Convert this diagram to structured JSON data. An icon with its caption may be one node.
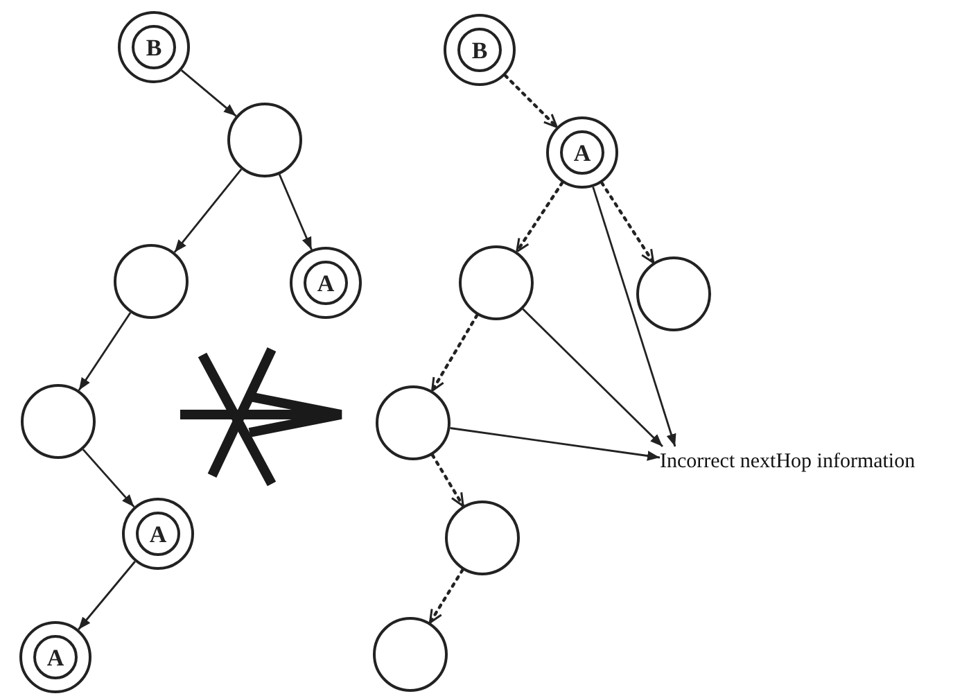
{
  "diagram": {
    "nodes": [
      {
        "text": [
          "B"
        ]
      },
      {
        "text": [],
        "shape": "circle"
      },
      {
        "text": [],
        "shape": "circle"
      },
      {
        "text": [
          "A"
        ]
      },
      {
        "text": [],
        "shape": "circle"
      },
      {
        "text": [
          "A"
        ]
      },
      {
        "text": [
          "A"
        ]
      },
      {
        "text": [
          "B"
        ]
      },
      {
        "text": [
          "A"
        ]
      },
      {
        "text": [],
        "shape": "circle"
      },
      {
        "text": [],
        "shape": "circle"
      },
      {
        "text": [],
        "shape": "circle"
      },
      {
        "text": [],
        "shape": "circle"
      },
      {
        "text": [],
        "shape": "circle"
      },
      {
        "text": [
          "Incorrect nextHop information"
        ]
      }
    ],
    "edges": [
      {
        "from": 0,
        "to": 1,
        "arrow": "to"
      },
      {
        "from": 1,
        "to": 2,
        "arrow": "to"
      },
      {
        "from": 1,
        "to": 3,
        "arrow": "to"
      },
      {
        "from": 2,
        "to": 4,
        "arrow": "to"
      },
      {
        "from": 4,
        "to": 5,
        "arrow": "to"
      },
      {
        "from": 5,
        "to": 6,
        "arrow": "to"
      },
      {
        "from": 7,
        "to": 8,
        "arrow": "to",
        "style": "dashed"
      },
      {
        "from": 8,
        "to": 9,
        "arrow": "to",
        "style": "dashed"
      },
      {
        "from": 8,
        "to": 10,
        "arrow": "to",
        "style": "dashed"
      },
      {
        "from": 9,
        "to": 11,
        "arrow": "to",
        "style": "dashed"
      },
      {
        "from": 11,
        "to": 12,
        "arrow": "to",
        "style": "dashed"
      },
      {
        "from": 12,
        "to": 13,
        "arrow": "to",
        "style": "dashed"
      },
      {
        "from": 8,
        "to": 14,
        "arrow": "to"
      },
      {
        "from": 9,
        "to": 14,
        "arrow": "to"
      },
      {
        "from": 11,
        "to": 14,
        "arrow": "to"
      }
    ]
  }
}
